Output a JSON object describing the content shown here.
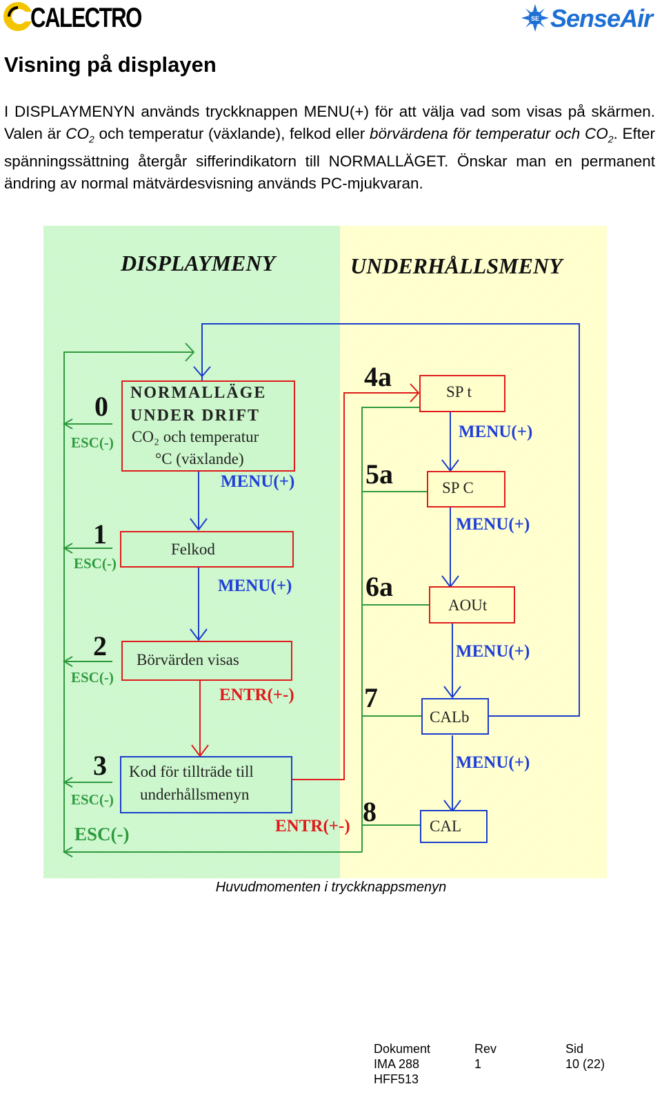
{
  "header": {
    "left_logo_text": "CALECTRO",
    "right_logo_text": "SenseAir"
  },
  "heading": "Visning på displayen",
  "intro": {
    "p1": "I DISPLAYMENYN används tryckknappen MENU(+) för att välja vad som visas på skärmen. Valen är ",
    "co2_a": "CO",
    "sub_a": "2",
    "p2": " och temperatur (växlande), felkod eller ",
    "italic1": "börvärdena för temperatur och",
    "p3": " ",
    "co2_b": "CO",
    "sub_b": "2",
    "p4": ". Efter spänningssättning återgår sifferindikatorn till NORMALLÄGET. Önskar man en permanent ändring av normal mätvärdesvisning används PC-mjukvaran."
  },
  "diagram": {
    "left_title": "DISPLAYMENY",
    "right_title": "UNDERHÅLLSMENY",
    "box_normal": [
      "NORMALLÄGE",
      "UNDER DRIFT",
      "CO₂ och temperatur",
      "°C (växlande)"
    ],
    "box_felkod": "Felkod",
    "box_borvarden": "Börvärden visas",
    "box_kod": [
      "Kod för tillträde till",
      "underhållsmenyn"
    ],
    "box_spt": "SP t",
    "box_spc": "SP C",
    "box_aout": "AOUt",
    "box_calb": "CALb",
    "box_cal": "CAL",
    "menu_label": "MENU(+)",
    "entr_label": "ENTR(+-)",
    "esc_label": "ESC(-)",
    "step_numbers": [
      "0",
      "1",
      "2",
      "3"
    ],
    "step_codes": [
      "4a",
      "5a",
      "6a",
      "7",
      "8"
    ],
    "colors": {
      "left_bg": "#ccf7cc",
      "right_bg": "#ffffcc",
      "green_line": "#2e9a3e",
      "blue_line": "#1a3ccc",
      "red_line": "#e01a1a"
    }
  },
  "caption": "Huvudmomenten i tryckknappsmenyn",
  "footer": {
    "doc_label": "Dokument",
    "doc_value1": "IMA 288",
    "doc_value2": "HFF513",
    "rev_label": "Rev",
    "rev_value": "1",
    "sid_label": "Sid",
    "sid_value": "10 (22)"
  }
}
